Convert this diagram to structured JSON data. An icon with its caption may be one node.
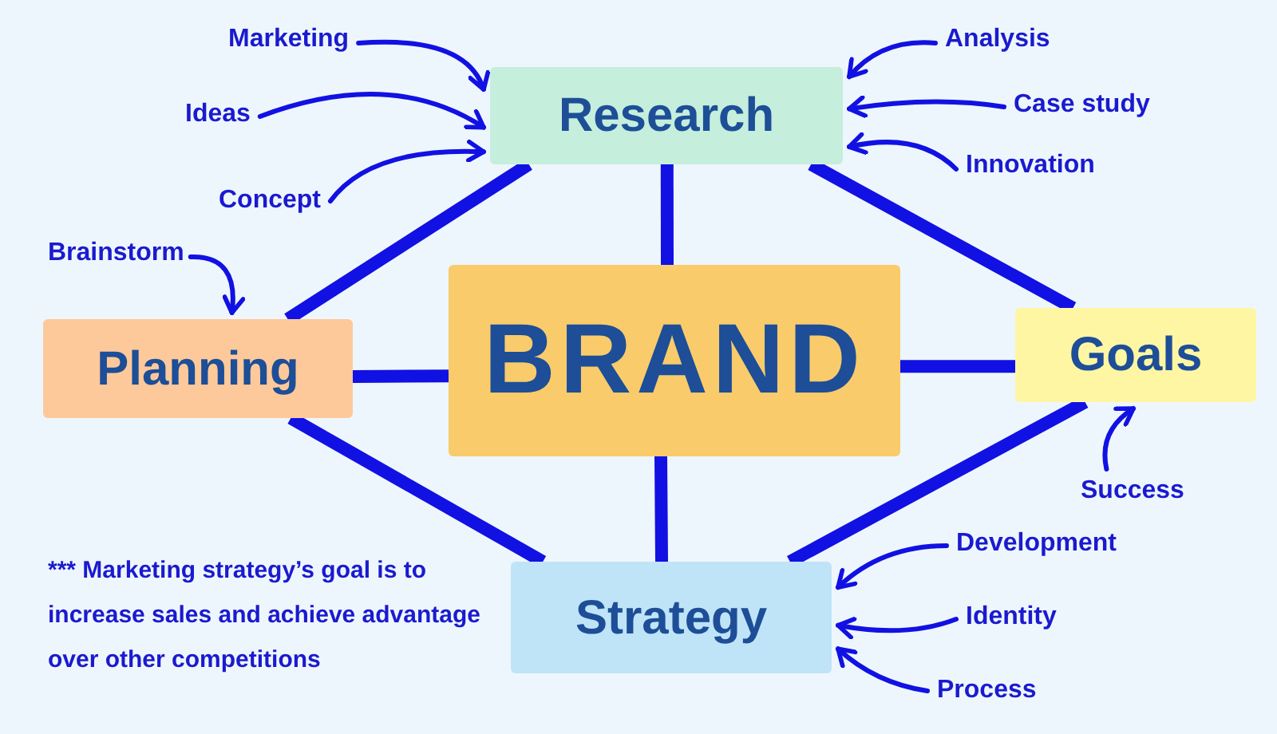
{
  "diagram": {
    "nodes": [
      {
        "text": [
          "Marketing"
        ]
      },
      {
        "text": [
          "Analysis"
        ]
      },
      {
        "text": [
          "Research"
        ]
      },
      {
        "text": [
          "Ideas"
        ]
      },
      {
        "text": [
          "Case study"
        ]
      },
      {
        "text": [
          "Concept"
        ]
      },
      {
        "text": [
          "Innovation"
        ]
      },
      {
        "text": [
          "Brainstorm"
        ]
      },
      {
        "text": [
          "Planning"
        ]
      },
      {
        "text": [
          "BRAND"
        ]
      },
      {
        "text": [
          "Goals"
        ]
      },
      {
        "text": [
          "Success"
        ]
      },
      {
        "text": [
          "Development"
        ]
      },
      {
        "text": [
          "Strategy"
        ]
      },
      {
        "text": [
          "Identity"
        ]
      },
      {
        "text": [
          "Process"
        ]
      }
    ],
    "edges": [
      {
        "from": 9,
        "to": 2,
        "arrow": "none",
        "style": "thick"
      },
      {
        "from": 9,
        "to": 8,
        "arrow": "none",
        "style": "thick"
      },
      {
        "from": 9,
        "to": 10,
        "arrow": "none",
        "style": "thick"
      },
      {
        "from": 9,
        "to": 13,
        "arrow": "none",
        "style": "thick"
      },
      {
        "from": 2,
        "to": 8,
        "arrow": "none",
        "style": "thick"
      },
      {
        "from": 2,
        "to": 10,
        "arrow": "none",
        "style": "thick"
      },
      {
        "from": 8,
        "to": 13,
        "arrow": "none",
        "style": "thick"
      },
      {
        "from": 10,
        "to": 13,
        "arrow": "none",
        "style": "thick"
      },
      {
        "from": 0,
        "to": 2,
        "arrow": "to"
      },
      {
        "from": 3,
        "to": 2,
        "arrow": "to"
      },
      {
        "from": 5,
        "to": 2,
        "arrow": "to"
      },
      {
        "from": 7,
        "to": 8,
        "arrow": "to"
      },
      {
        "from": 1,
        "to": 2,
        "arrow": "to"
      },
      {
        "from": 4,
        "to": 2,
        "arrow": "to"
      },
      {
        "from": 6,
        "to": 2,
        "arrow": "to"
      },
      {
        "from": 11,
        "to": 10,
        "arrow": "to"
      },
      {
        "from": 12,
        "to": 13,
        "arrow": "to"
      },
      {
        "from": 14,
        "to": 13,
        "arrow": "to"
      },
      {
        "from": 15,
        "to": 13,
        "arrow": "to"
      }
    ],
    "labels": [
      "*** Marketing strategy’s goal is to increase sales and achieve advantage over other competitions"
    ]
  }
}
